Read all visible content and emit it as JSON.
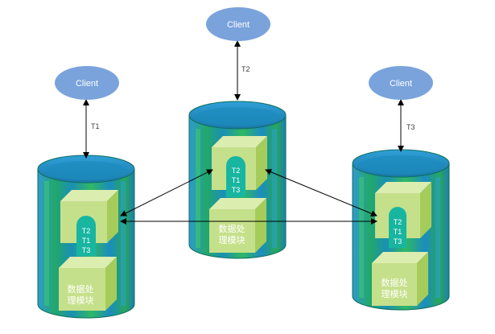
{
  "colors": {
    "client_fill": "#7aa3dc",
    "cylinder_dark": "#0b7a63",
    "cylinder_mid": "#1e8fb8",
    "cylinder_light": "#35c26a",
    "cube_front": "#c5e08a",
    "cube_side": "#a5cc5a",
    "cube_top": "#dcedb0",
    "queue_fill": "#18b6a0",
    "arrow": "#000000"
  },
  "clients": [
    {
      "label": "Client"
    },
    {
      "label": "Client"
    },
    {
      "label": "Client"
    }
  ],
  "client_links": [
    {
      "label": "T1"
    },
    {
      "label": "T2"
    },
    {
      "label": "T3"
    }
  ],
  "nodes": [
    {
      "queue": [
        "T2",
        "T1",
        "T3"
      ],
      "module_lines": [
        "数据处",
        "理模块"
      ]
    },
    {
      "queue": [
        "T2",
        "T1",
        "T3"
      ],
      "module_lines": [
        "数据处",
        "理模块"
      ]
    },
    {
      "queue": [
        "T2",
        "T1",
        "T3"
      ],
      "module_lines": [
        "数据处",
        "理模块"
      ]
    }
  ]
}
